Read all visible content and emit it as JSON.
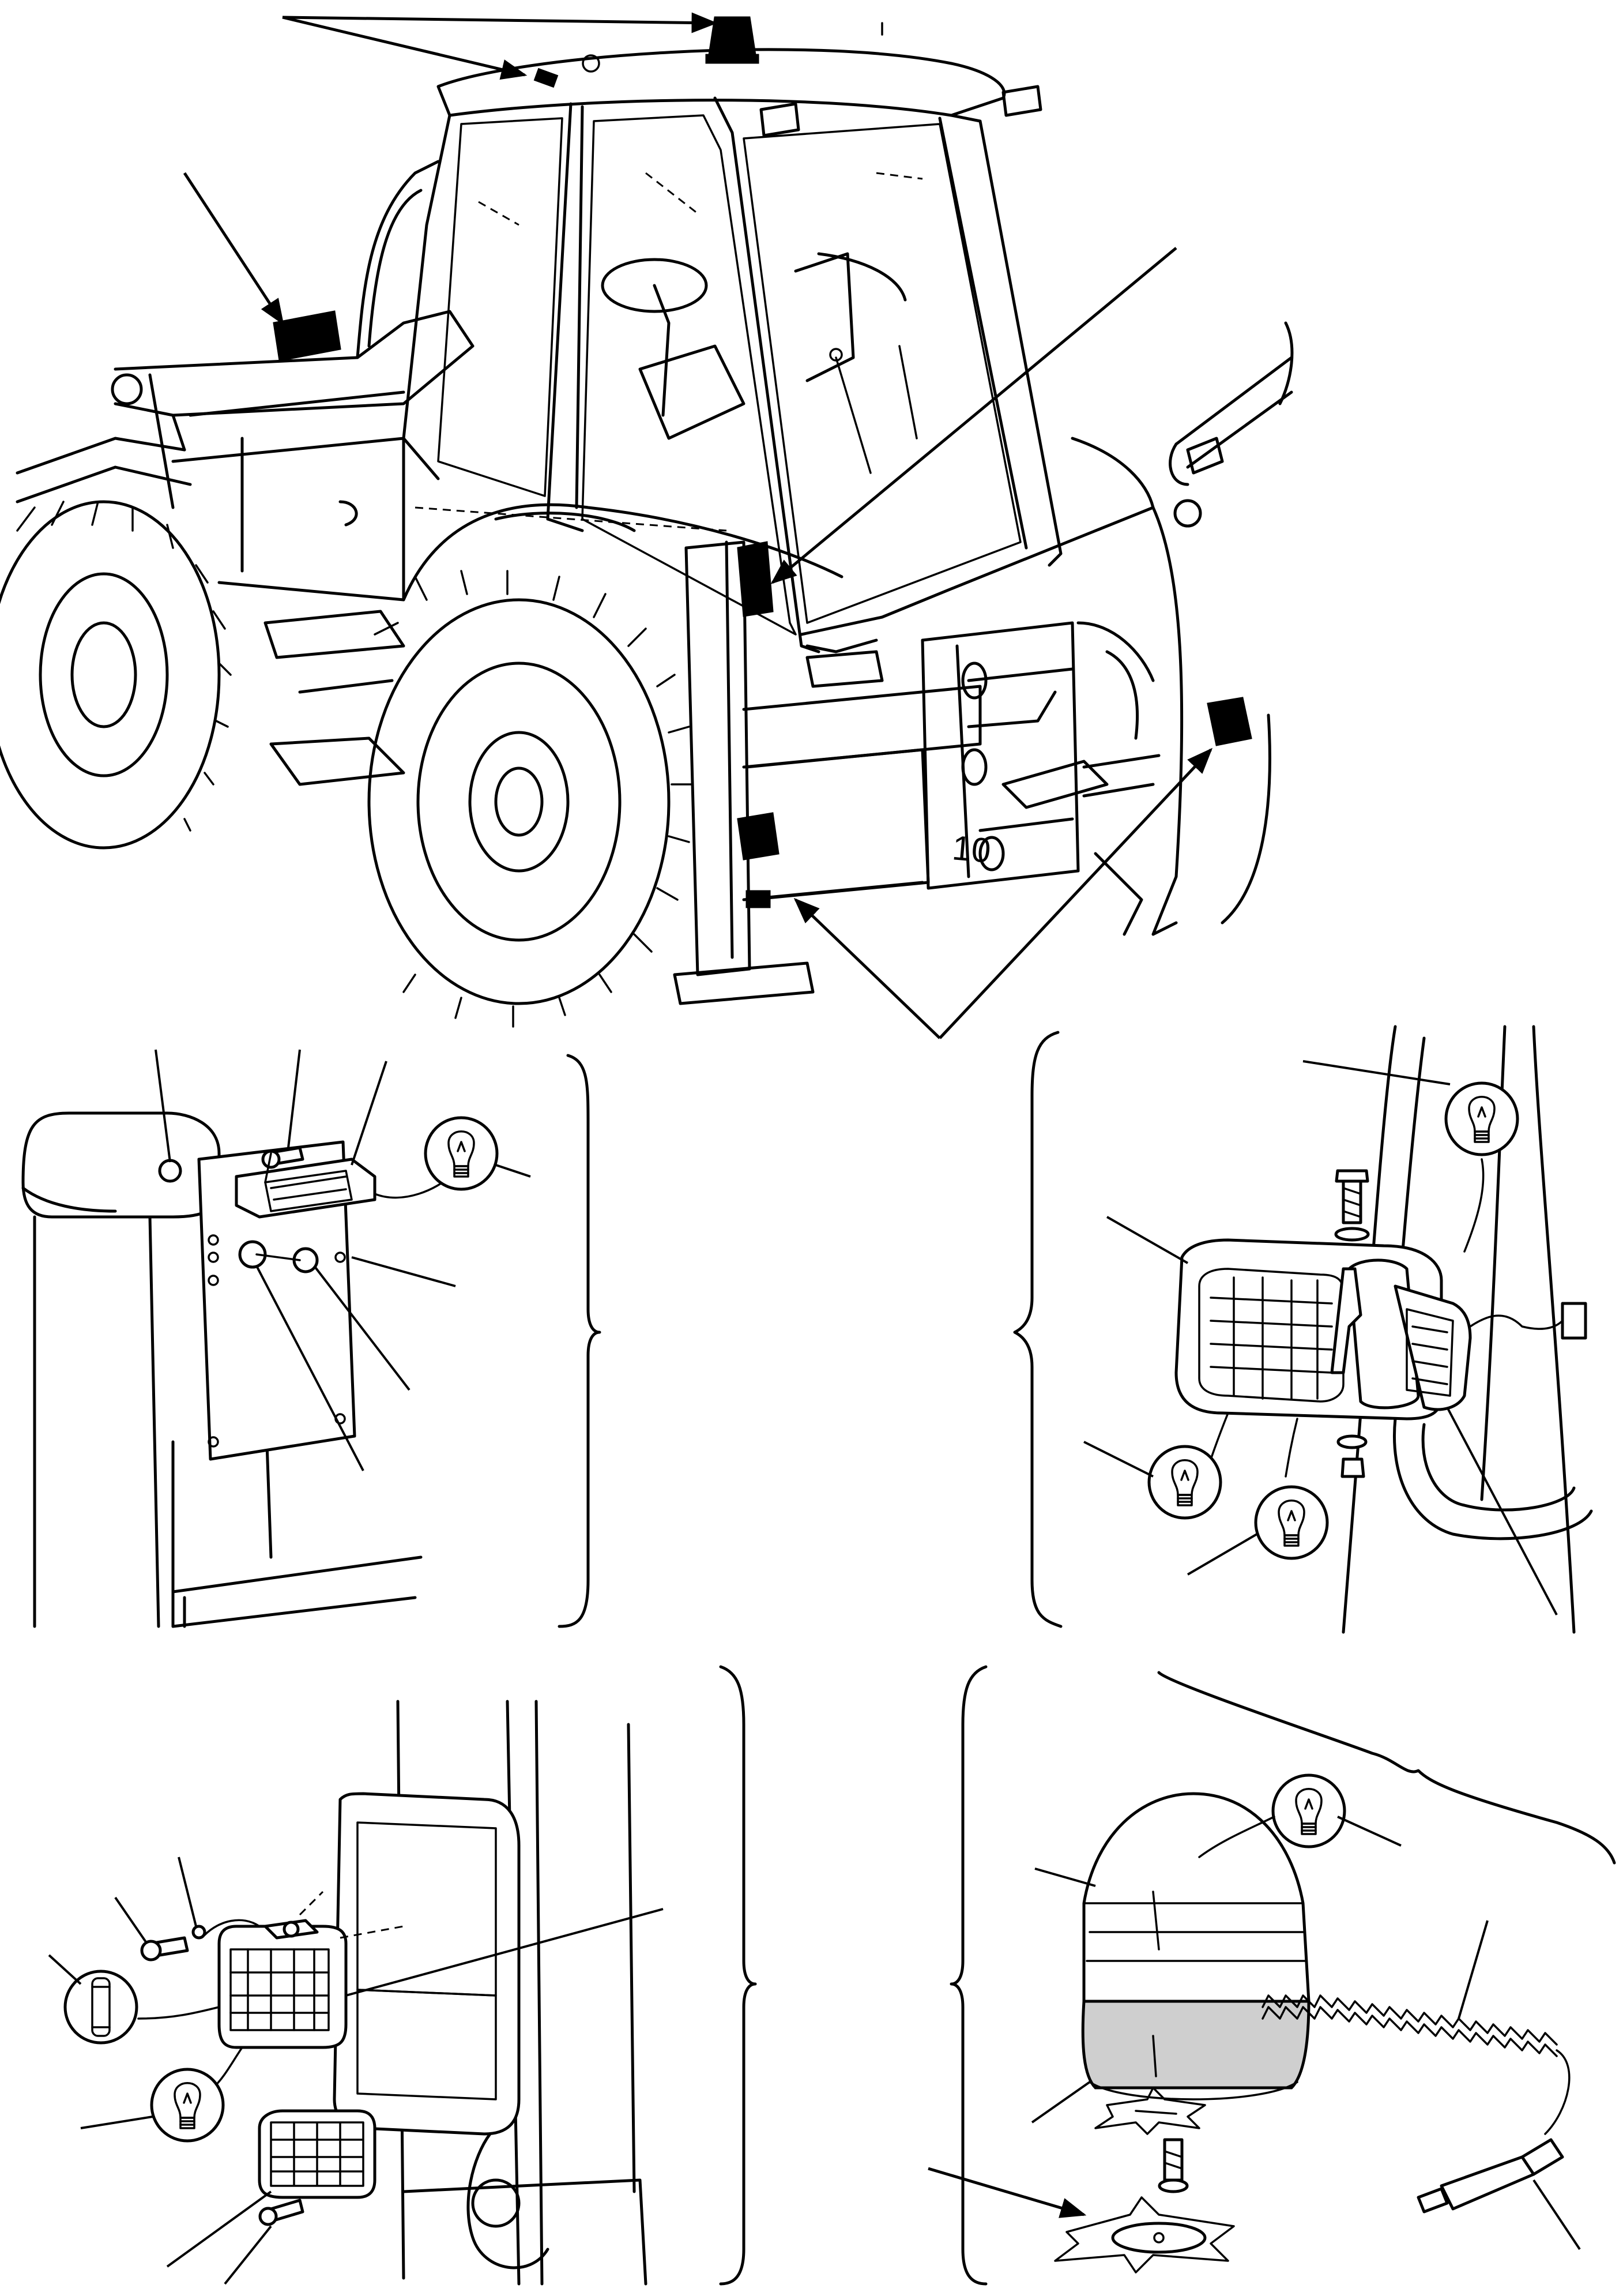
{
  "figure": {
    "description_visible_text": "10"
  },
  "colors": {
    "ink": "#000000",
    "paper": "#ffffff",
    "beacon_base_shade": "#cfcfcf"
  },
  "icons": [
    "bulb-icon",
    "leader-line",
    "bracket-brace",
    "arrow"
  ]
}
